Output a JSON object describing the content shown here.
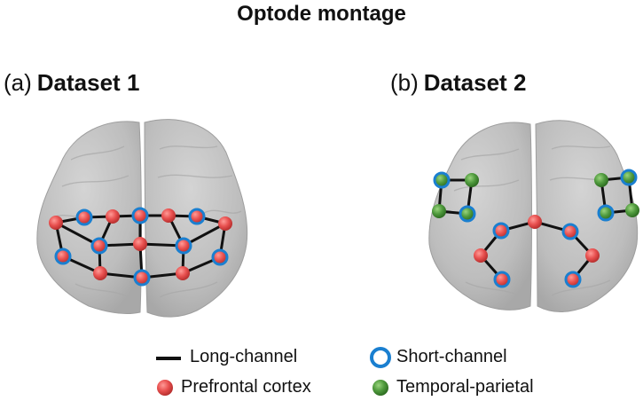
{
  "title": "Optode montage",
  "panels": [
    {
      "letter": "(a)",
      "name": "Dataset 1"
    },
    {
      "letter": "(b)",
      "name": "Dataset 2"
    }
  ],
  "legend": {
    "long_channel": "Long-channel",
    "short_channel": "Short-channel",
    "prefrontal": "Prefrontal cortex",
    "temporal_parietal": "Temporal-parietal"
  },
  "colors": {
    "prefrontal": "#e8504f",
    "temporal_parietal": "#4f9a3d",
    "short_channel_ring": "#1a7fd0",
    "long_channel_line": "#111111",
    "brain": "#bfbfbf"
  }
}
